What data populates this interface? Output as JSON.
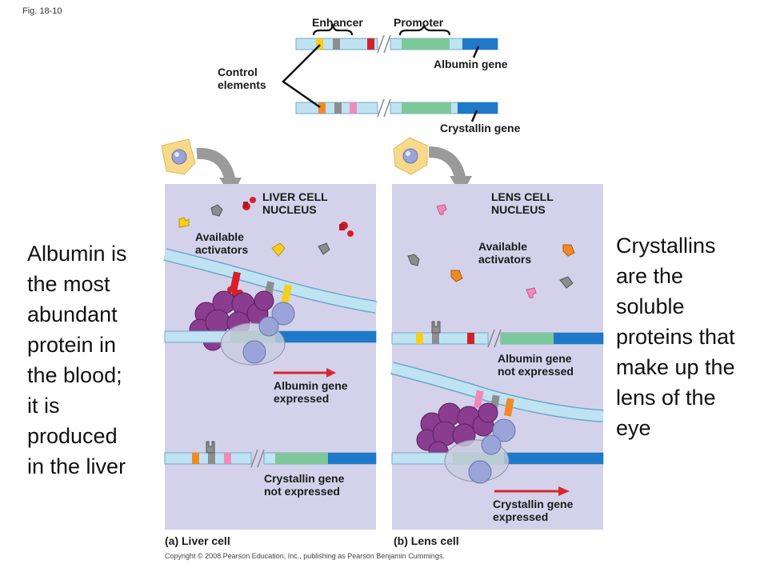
{
  "figure": {
    "fig_number": "Fig. 18-10",
    "copyright": "Copyright © 2008 Pearson Education, Inc., publishing as Pearson Benjamin Cummings."
  },
  "top_labels": {
    "enhancer": "Enhancer",
    "promoter": "Promoter",
    "albumin_gene": "Albumin gene",
    "crystallin_gene": "Crystallin gene",
    "control_elements": "Control\nelements"
  },
  "liver_panel": {
    "nucleus_label": "LIVER CELL\nNUCLEUS",
    "activators_label": "Available\nactivators",
    "albumin_status": "Albumin gene\nexpressed",
    "crystallin_status": "Crystallin gene\nnot expressed",
    "caption": "(a) Liver cell"
  },
  "lens_panel": {
    "nucleus_label": "LENS CELL\nNUCLEUS",
    "activators_label": "Available\nactivators",
    "albumin_status": "Albumin gene\nnot expressed",
    "crystallin_status": "Crystallin gene\nexpressed",
    "caption": "(b) Lens cell"
  },
  "side_text": {
    "left": "Albumin is\nthe most\nabundant\nprotein in\nthe blood;\nit is\nproduced\nin the liver",
    "right": "Crystallins\nare the\nsoluble\nproteins that\nmake up the\nlens of the\neye"
  },
  "colors": {
    "panel_bg": "#d4d2ea",
    "dna_light": "#bfe3f3",
    "dna_edge": "#6fa8c8",
    "gene_green": "#7dc89a",
    "gene_blue": "#1f78c8",
    "activator_red": "#d6202a",
    "activator_yellow": "#f5cf1a",
    "activator_gray": "#8d8d8d",
    "activator_orange": "#f08a24",
    "activator_pink": "#f08ab8",
    "mediator_purple": "#8a3d8e",
    "signal_cell": "#f7d98a",
    "arrow_red": "#d7282f"
  }
}
